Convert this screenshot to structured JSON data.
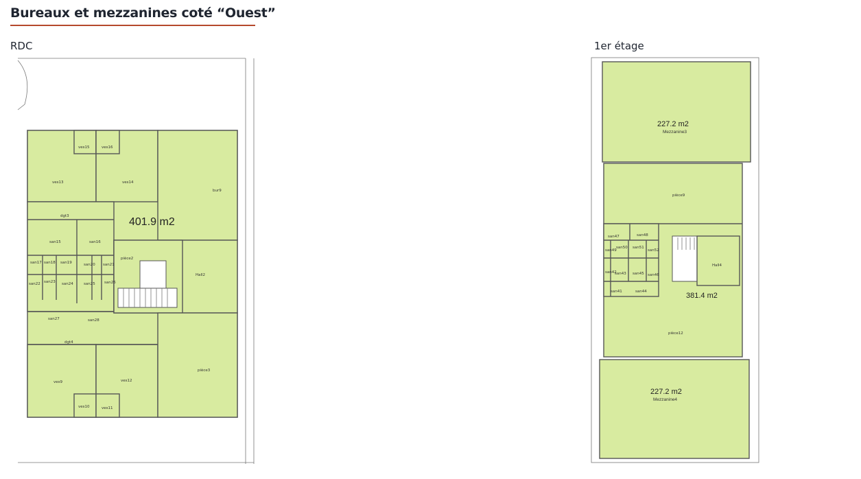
{
  "header": {
    "title": "Bureaux et mezzanines coté “Ouest”"
  },
  "rdc": {
    "label": "RDC",
    "area": "401.9 m2",
    "rooms": {
      "ves15": "ves15",
      "ves16": "ves16",
      "ves13": "ves13",
      "ves14": "ves14",
      "bur9": "bur9",
      "dgt3": "dgt3",
      "san15": "san15",
      "san16": "san16",
      "san17": "san17",
      "san18": "san18",
      "san19": "san19",
      "san20": "san20",
      "san21": "san21",
      "san22": "san22",
      "san23": "san23",
      "san24": "san24",
      "san25": "san25",
      "san26": "san26",
      "san27": "san27",
      "san28": "san28",
      "piece2": "pièce2",
      "hall2": "Hall2",
      "dgt4": "dgt4",
      "ves9": "ves9",
      "ves12": "ves12",
      "ves10": "ves10",
      "ves11": "ves11",
      "piece3": "pièce3"
    }
  },
  "etage": {
    "label": "1er étage",
    "mezz3_area": "227.2 m2",
    "mezz3_name": "Mezzanine3",
    "piece9": "pièce9",
    "san47": "san47",
    "san48": "san48",
    "san49": "san49",
    "san50": "san50",
    "san51": "san51",
    "san52": "san52",
    "san42": "san42",
    "san43": "san43",
    "san45": "san45",
    "san46": "san46",
    "san41": "san41",
    "san44": "san44",
    "hall4": "Hall4",
    "main_area": "381.4 m2",
    "piece12": "pièce12",
    "mezz4_area": "227.2 m2",
    "mezz4_name": "Mezzanine4"
  }
}
